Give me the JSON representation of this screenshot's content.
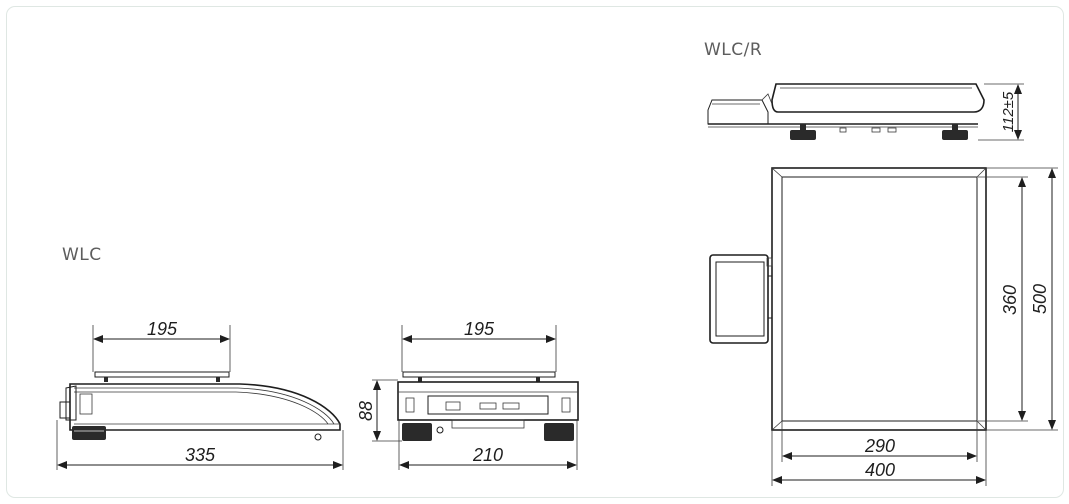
{
  "labels": {
    "model_wlc": "WLC",
    "model_wlcr": "WLC/R"
  },
  "dimensions": {
    "wlc_side_top": "195",
    "wlc_side_length": "335",
    "wlc_front_top": "195",
    "wlc_front_width": "210",
    "wlc_height": "88",
    "wlcr_height": "112±5",
    "wlcr_inner_depth": "360",
    "wlcr_outer_depth": "500",
    "wlcr_inner_width": "290",
    "wlcr_outer_width": "400"
  }
}
